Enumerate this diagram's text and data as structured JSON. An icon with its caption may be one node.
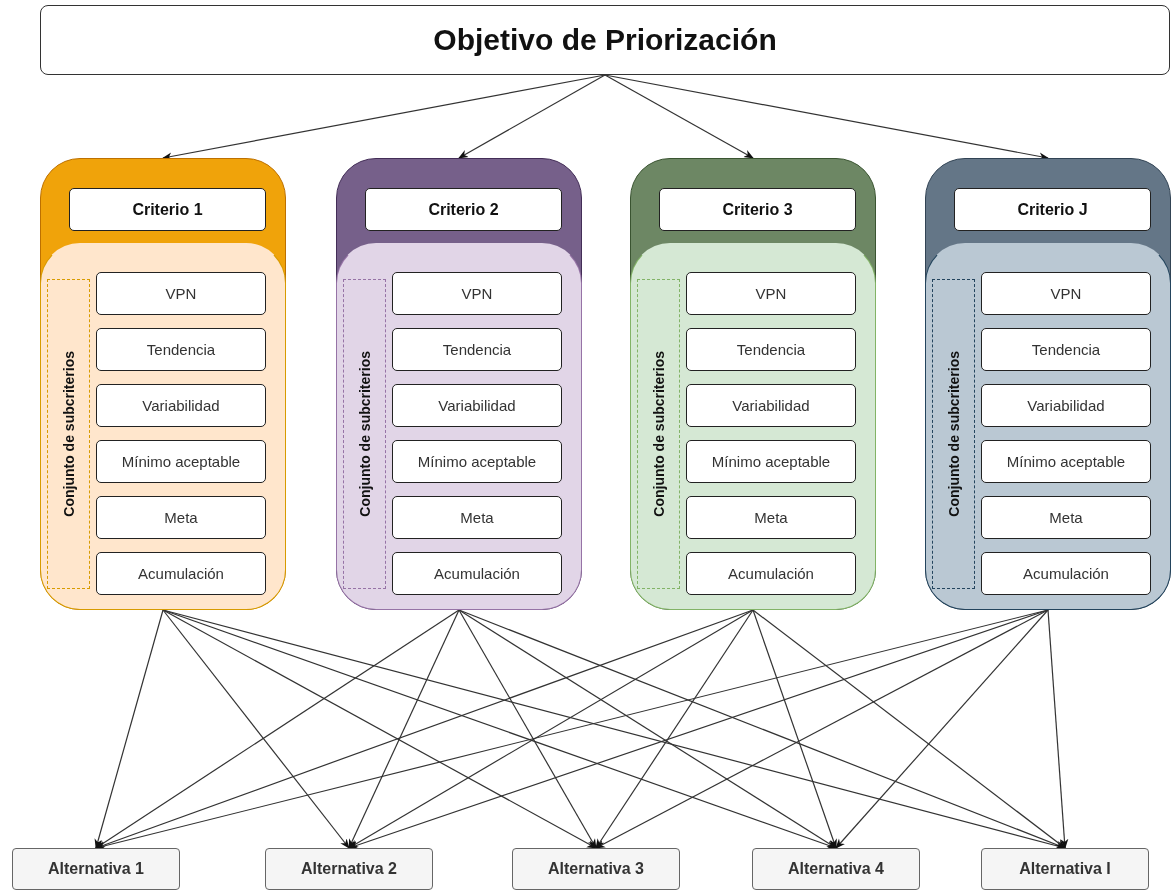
{
  "diagram": {
    "nodes": [
      {
        "text": [
          "Objetivo de Priorización"
        ]
      },
      {
        "text": [],
        "shape": "box"
      },
      {
        "text": [
          "Criterio 1"
        ],
        "in": 1
      },
      {
        "text": [],
        "shape": "box",
        "in": 1
      },
      {
        "text": [
          "Conjunto de subcriterios"
        ],
        "in": 3
      },
      {
        "text": [
          "VPN"
        ],
        "in": 3
      },
      {
        "text": [
          "Tendencia"
        ],
        "in": 3
      },
      {
        "text": [
          "Variabilidad"
        ],
        "in": 3
      },
      {
        "text": [
          "Mínimo aceptable"
        ],
        "in": 3
      },
      {
        "text": [
          "Meta"
        ],
        "in": 3
      },
      {
        "text": [
          "Acumulación"
        ],
        "in": 3
      },
      {
        "text": [],
        "shape": "box"
      },
      {
        "text": [
          "Criterio 2"
        ],
        "in": 11
      },
      {
        "text": [],
        "shape": "box",
        "in": 11
      },
      {
        "text": [
          "Conjunto de subcriterios"
        ],
        "in": 13
      },
      {
        "text": [
          "VPN"
        ],
        "in": 13
      },
      {
        "text": [
          "Tendencia"
        ],
        "in": 13
      },
      {
        "text": [
          "Variabilidad"
        ],
        "in": 13
      },
      {
        "text": [
          "Mínimo aceptable"
        ],
        "in": 13
      },
      {
        "text": [
          "Meta"
        ],
        "in": 13
      },
      {
        "text": [
          "Acumulación"
        ],
        "in": 13
      },
      {
        "text": [],
        "shape": "box"
      },
      {
        "text": [
          "Criterio 3"
        ],
        "in": 21
      },
      {
        "text": [],
        "shape": "box",
        "in": 21
      },
      {
        "text": [
          "Conjunto de subcriterios"
        ],
        "in": 23
      },
      {
        "text": [
          "VPN"
        ],
        "in": 23
      },
      {
        "text": [
          "Tendencia"
        ],
        "in": 23
      },
      {
        "text": [
          "Variabilidad"
        ],
        "in": 23
      },
      {
        "text": [
          "Mínimo aceptable"
        ],
        "in": 23
      },
      {
        "text": [
          "Meta"
        ],
        "in": 23
      },
      {
        "text": [
          "Acumulación"
        ],
        "in": 23
      },
      {
        "text": [],
        "shape": "box"
      },
      {
        "text": [
          "Criterio J"
        ],
        "in": 31
      },
      {
        "text": [],
        "shape": "box",
        "in": 31
      },
      {
        "text": [
          "Conjunto de subcriterios"
        ],
        "in": 33
      },
      {
        "text": [
          "VPN"
        ],
        "in": 33
      },
      {
        "text": [
          "Tendencia"
        ],
        "in": 33
      },
      {
        "text": [
          "Variabilidad"
        ],
        "in": 33
      },
      {
        "text": [
          "Mínimo aceptable"
        ],
        "in": 33
      },
      {
        "text": [
          "Meta"
        ],
        "in": 33
      },
      {
        "text": [
          "Acumulación"
        ],
        "in": 33
      },
      {
        "text": [
          "Alternativa 1"
        ]
      },
      {
        "text": [
          "Alternativa 2"
        ]
      },
      {
        "text": [
          "Alternativa 3"
        ]
      },
      {
        "text": [
          "Alternativa 4"
        ]
      },
      {
        "text": [
          "Alternativa I"
        ]
      }
    ],
    "edges": [
      {
        "from": 0,
        "to": 1,
        "arrow": "to"
      },
      {
        "from": 0,
        "to": 11,
        "arrow": "to"
      },
      {
        "from": 0,
        "to": 21,
        "arrow": "to"
      },
      {
        "from": 0,
        "to": 31,
        "arrow": "to"
      },
      {
        "from": 1,
        "to": 41,
        "arrow": "to"
      },
      {
        "from": 1,
        "to": 42,
        "arrow": "to"
      },
      {
        "from": 1,
        "to": 43,
        "arrow": "to"
      },
      {
        "from": 1,
        "to": 44,
        "arrow": "to"
      },
      {
        "from": 1,
        "to": 45,
        "arrow": "to"
      },
      {
        "from": 11,
        "to": 41,
        "arrow": "to"
      },
      {
        "from": 11,
        "to": 42,
        "arrow": "to"
      },
      {
        "from": 11,
        "to": 43,
        "arrow": "to"
      },
      {
        "from": 11,
        "to": 44,
        "arrow": "to"
      },
      {
        "from": 11,
        "to": 45,
        "arrow": "to"
      },
      {
        "from": 21,
        "to": 41,
        "arrow": "to"
      },
      {
        "from": 21,
        "to": 42,
        "arrow": "to"
      },
      {
        "from": 21,
        "to": 43,
        "arrow": "to"
      },
      {
        "from": 21,
        "to": 44,
        "arrow": "to"
      },
      {
        "from": 21,
        "to": 45,
        "arrow": "to"
      },
      {
        "from": 31,
        "to": 41,
        "arrow": "to"
      },
      {
        "from": 31,
        "to": 42,
        "arrow": "to"
      },
      {
        "from": 31,
        "to": 43,
        "arrow": "to"
      },
      {
        "from": 31,
        "to": 44,
        "arrow": "to"
      },
      {
        "from": 31,
        "to": 45,
        "arrow": "to"
      }
    ]
  }
}
